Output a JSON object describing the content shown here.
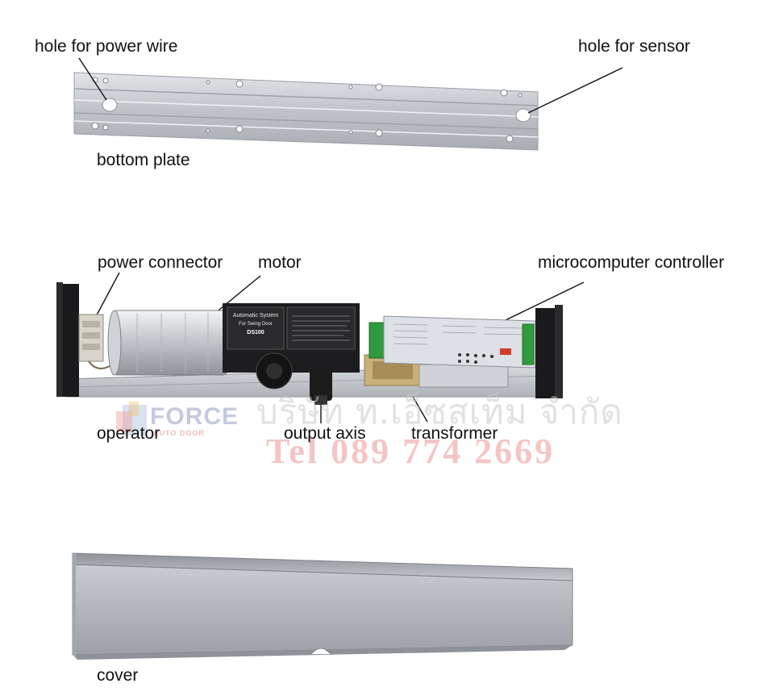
{
  "labels": {
    "hole_power_wire": "hole for power wire",
    "hole_sensor": "hole for sensor",
    "bottom_plate": "bottom plate",
    "power_connector": "power connector",
    "motor": "motor",
    "microcomputer_controller": "microcomputer controller",
    "operator": "operator",
    "output_axis": "output axis",
    "transformer": "transformer",
    "cover": "cover"
  },
  "motor_plate": {
    "line1": "Automatic System",
    "line2": "For Swing Door",
    "line3": "DS100"
  },
  "watermark": {
    "company": "บริษัท ท.เอ็ซสเท็ม จำกัด",
    "tel": "Tel 089 774 2669",
    "logo_word": "FORCE",
    "logo_sub": "AUTO DOOR"
  },
  "colors": {
    "aluminium": "#c9ccd0",
    "motor_body": "#d3d5d8",
    "dark_panel": "#1d1d1f",
    "controller_body": "#dde0e4",
    "terminal_green": "#2e9b3e",
    "cover": "#b8bcc1"
  }
}
